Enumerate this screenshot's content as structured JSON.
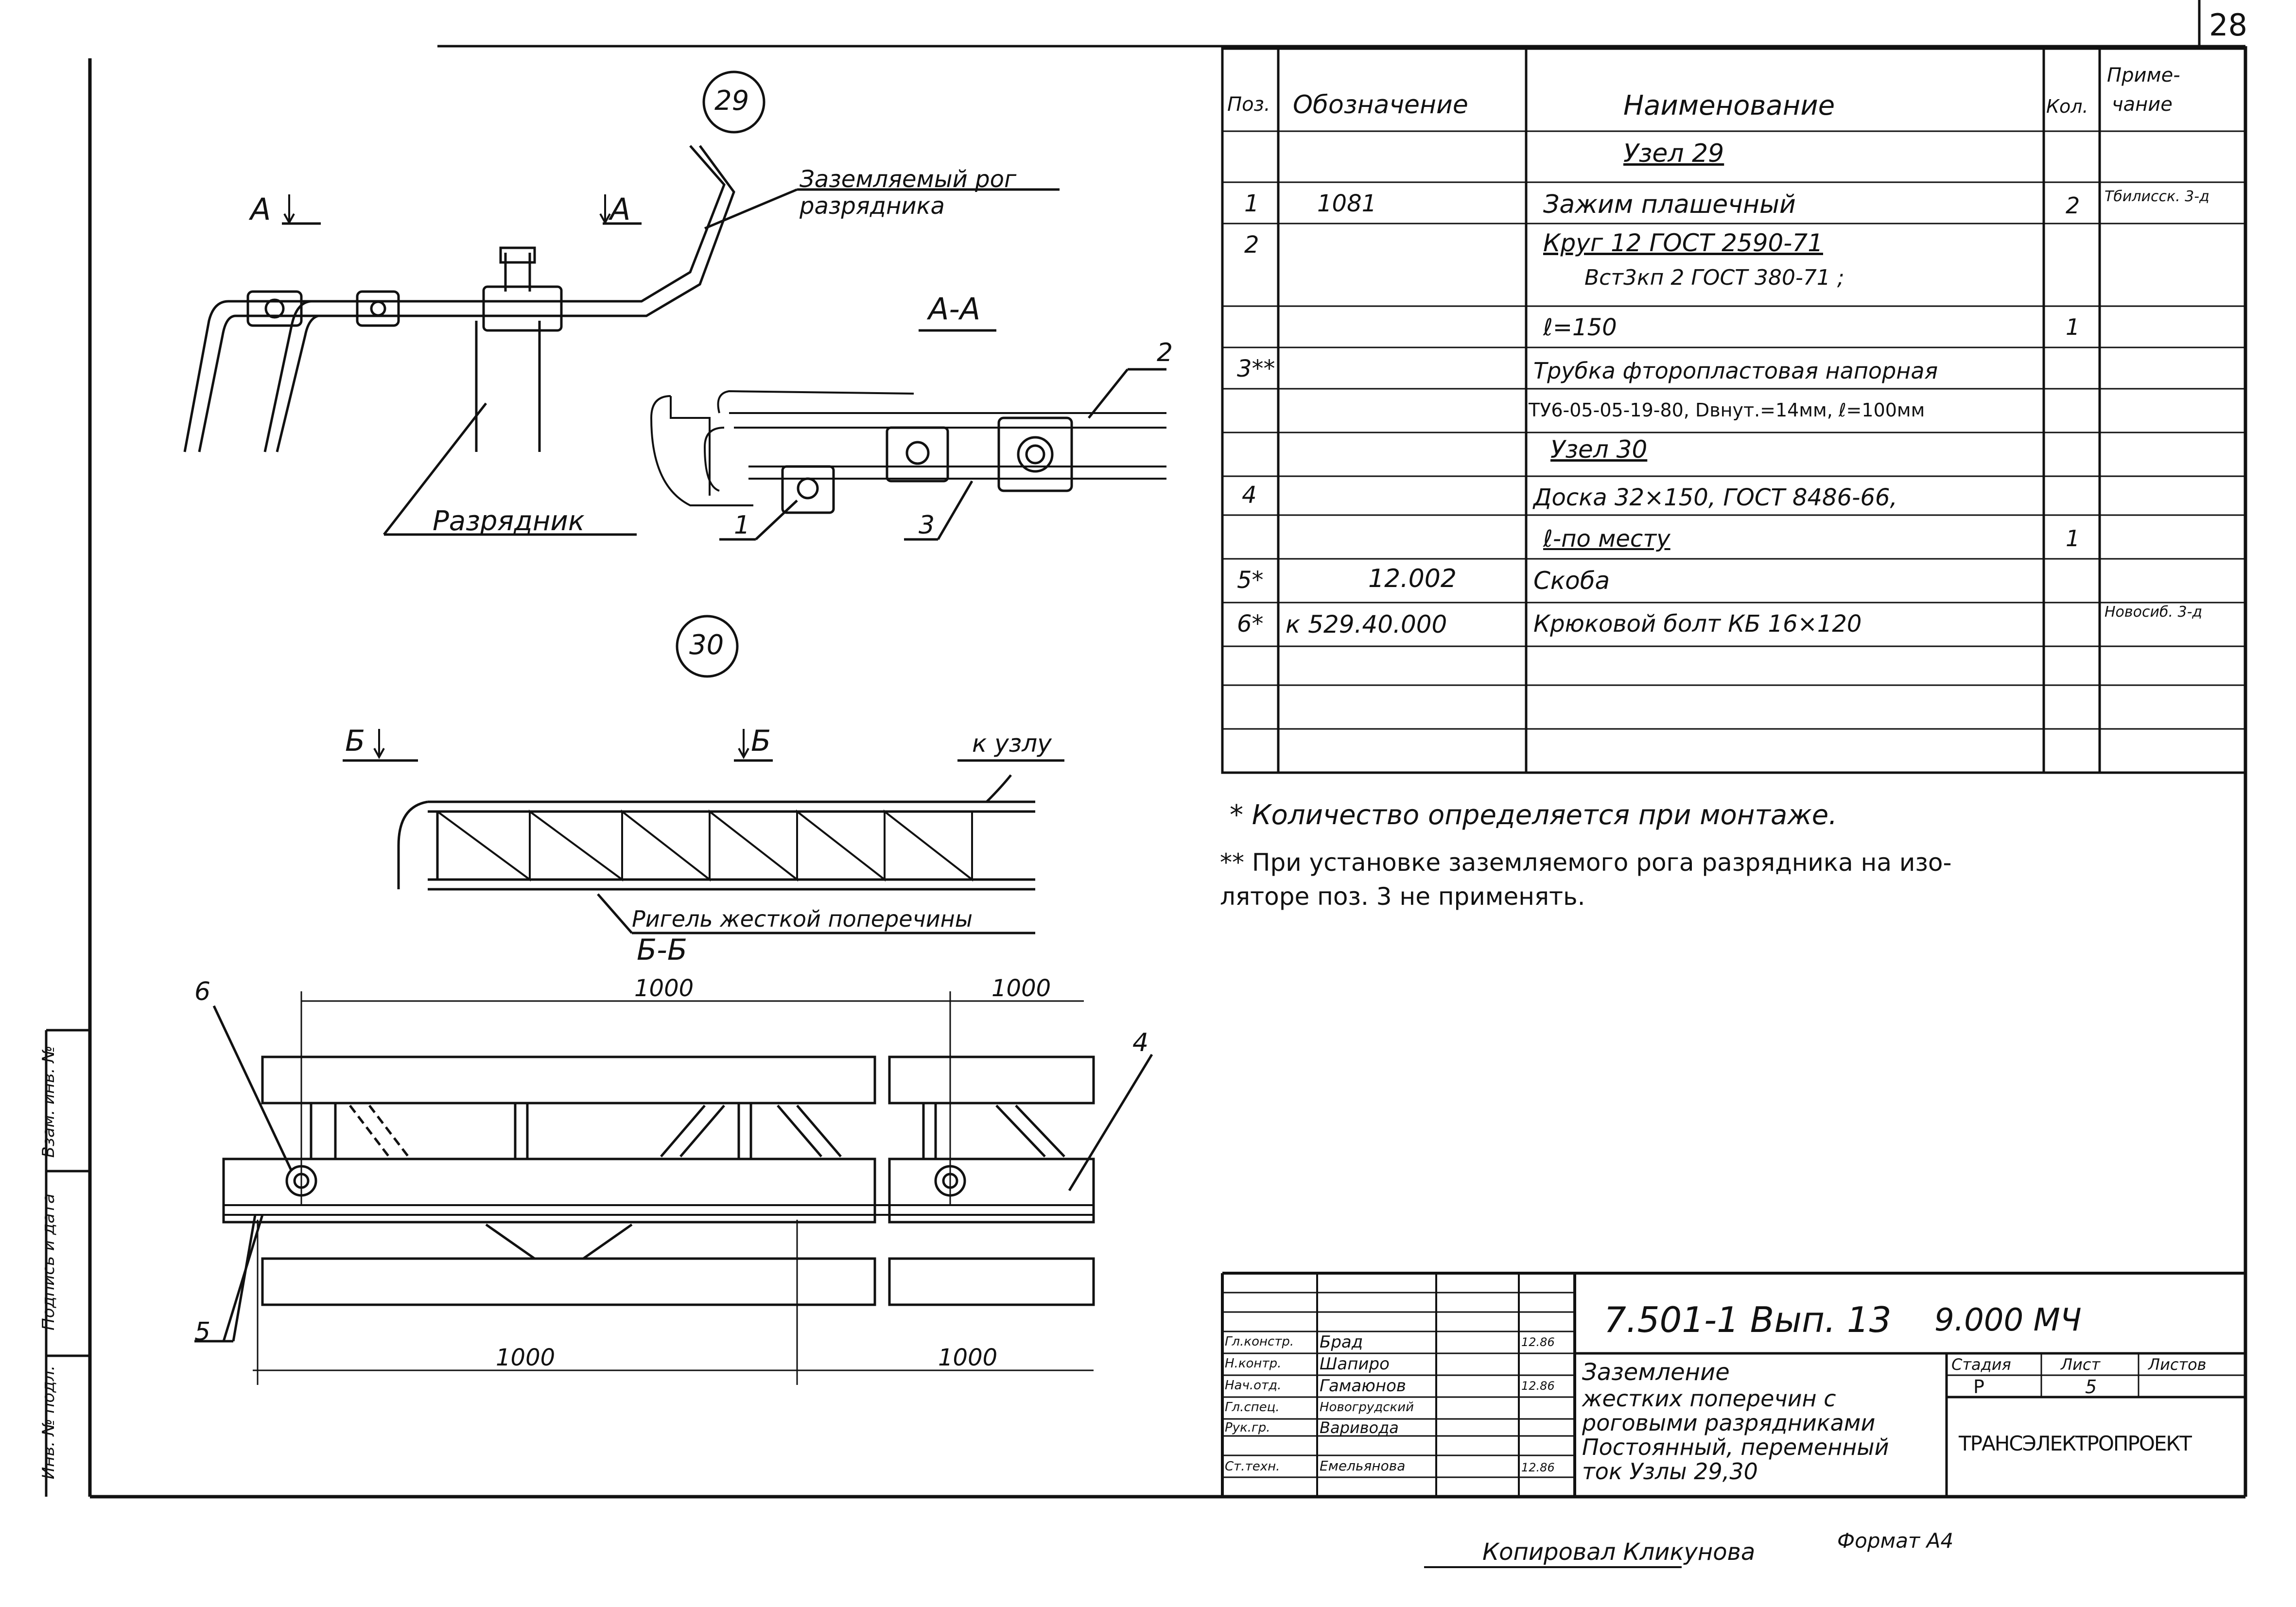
{
  "sheet_number": "28",
  "node29": {
    "label": "29",
    "section_mark_left": "А",
    "section_mark_right": "А",
    "callout_horn": [
      "Заземляемый рог",
      "разрядника"
    ],
    "callout_arrester": "Разрядник",
    "section_title": "А-А",
    "positions": [
      "1",
      "3",
      "2"
    ]
  },
  "node30": {
    "label": "30",
    "section_mark_left": "Б",
    "section_mark_right": "Б",
    "callout_node": "к узлу",
    "callout_crossbar": "Ригель жесткой поперечины",
    "section_title": "Б-Б",
    "dim_top": [
      "1000",
      "1000"
    ],
    "dim_bottom": [
      "1000",
      "1000"
    ],
    "positions": [
      "6",
      "4",
      "5"
    ]
  },
  "spec_table": {
    "headers": [
      "Поз.",
      "Обозначение",
      "Наименование",
      "Кол.",
      "Приме-чание"
    ],
    "header_note_line1": "Приме-",
    "header_note_line2": "чание",
    "rows": [
      {
        "pos": "",
        "code": "",
        "name": "Узел 29",
        "qty": "",
        "note": ""
      },
      {
        "pos": "1",
        "code": "1081",
        "name": "Зажим плашечный",
        "qty": "2",
        "note": "Тбилисск. 3-д"
      },
      {
        "pos": "2",
        "code": "",
        "name": "Круг 12 ГОСТ 2590-71",
        "name2": "Вст3кп 2 ГОСТ 380-71 ;",
        "qty": "",
        "note": ""
      },
      {
        "pos": "",
        "code": "",
        "name": "ℓ=150",
        "qty": "1",
        "note": ""
      },
      {
        "pos": "3**",
        "code": "",
        "name": "Трубка фторопластовая напорная",
        "qty": "",
        "note": ""
      },
      {
        "pos": "",
        "code": "",
        "name": "ТУ6-05-05-19-80, Dвнут.=14мм, ℓ=100мм",
        "qty": "",
        "note": ""
      },
      {
        "pos": "",
        "code": "",
        "name": "Узел 30",
        "qty": "",
        "note": ""
      },
      {
        "pos": "4",
        "code": "",
        "name": "Доска 32×150, ГОСТ 8486-66,",
        "qty": "",
        "note": ""
      },
      {
        "pos": "",
        "code": "",
        "name": "ℓ-по месту",
        "qty": "1",
        "note": ""
      },
      {
        "pos": "5*",
        "code": "12.002",
        "name": "Скоба",
        "qty": "",
        "note": ""
      },
      {
        "pos": "6*",
        "code": "к 529.40.000",
        "name": "Крюковой болт КБ 16×120",
        "qty": "",
        "note": "Новосиб. 3-д"
      },
      {
        "pos": "",
        "code": "",
        "name": "",
        "qty": "",
        "note": ""
      },
      {
        "pos": "",
        "code": "",
        "name": "",
        "qty": "",
        "note": ""
      }
    ]
  },
  "notes": {
    "n1": "* Количество определяется при монтаже.",
    "n2a": "** При установке заземляемого рога разрядника на изо-",
    "n2b": "ляторе поз. 3 не применять."
  },
  "title_block": {
    "doc_code": "7.501-1 Вып. 13",
    "mark": "9.000 МЧ",
    "title_lines": [
      "Заземление",
      "жестких поперечин с",
      "роговыми разрядниками",
      "Постоянный, переменный",
      "ток Узлы 29,30"
    ],
    "stage_label": "Стадия",
    "sheet_label": "Лист",
    "sheets_label": "Листов",
    "stage": "Р",
    "sheet": "5",
    "org": "ТРАНСЭЛЕКТРОПРОЕКТ",
    "signers": [
      {
        "role": "Гл.констр.",
        "name": "Брад",
        "date": "12.86"
      },
      {
        "role": "Н.контр.",
        "name": "Шапиро",
        "date": ""
      },
      {
        "role": "Нач.отд.",
        "name": "Гамаюнов",
        "date": "12.86"
      },
      {
        "role": "Гл.спец.",
        "name": "Новогрудский",
        "date": ""
      },
      {
        "role": "Рук.гр.",
        "name": "Варивода",
        "date": ""
      },
      {
        "role": "Ст.техн.",
        "name": "Емельянова",
        "date": "12.86"
      }
    ]
  },
  "side_stamp": [
    "Инв. № подл.",
    "Подпись и дата",
    "Взам. инв. №"
  ],
  "footer": {
    "copied": "Копировал Кликунова",
    "format": "Формат А4"
  }
}
